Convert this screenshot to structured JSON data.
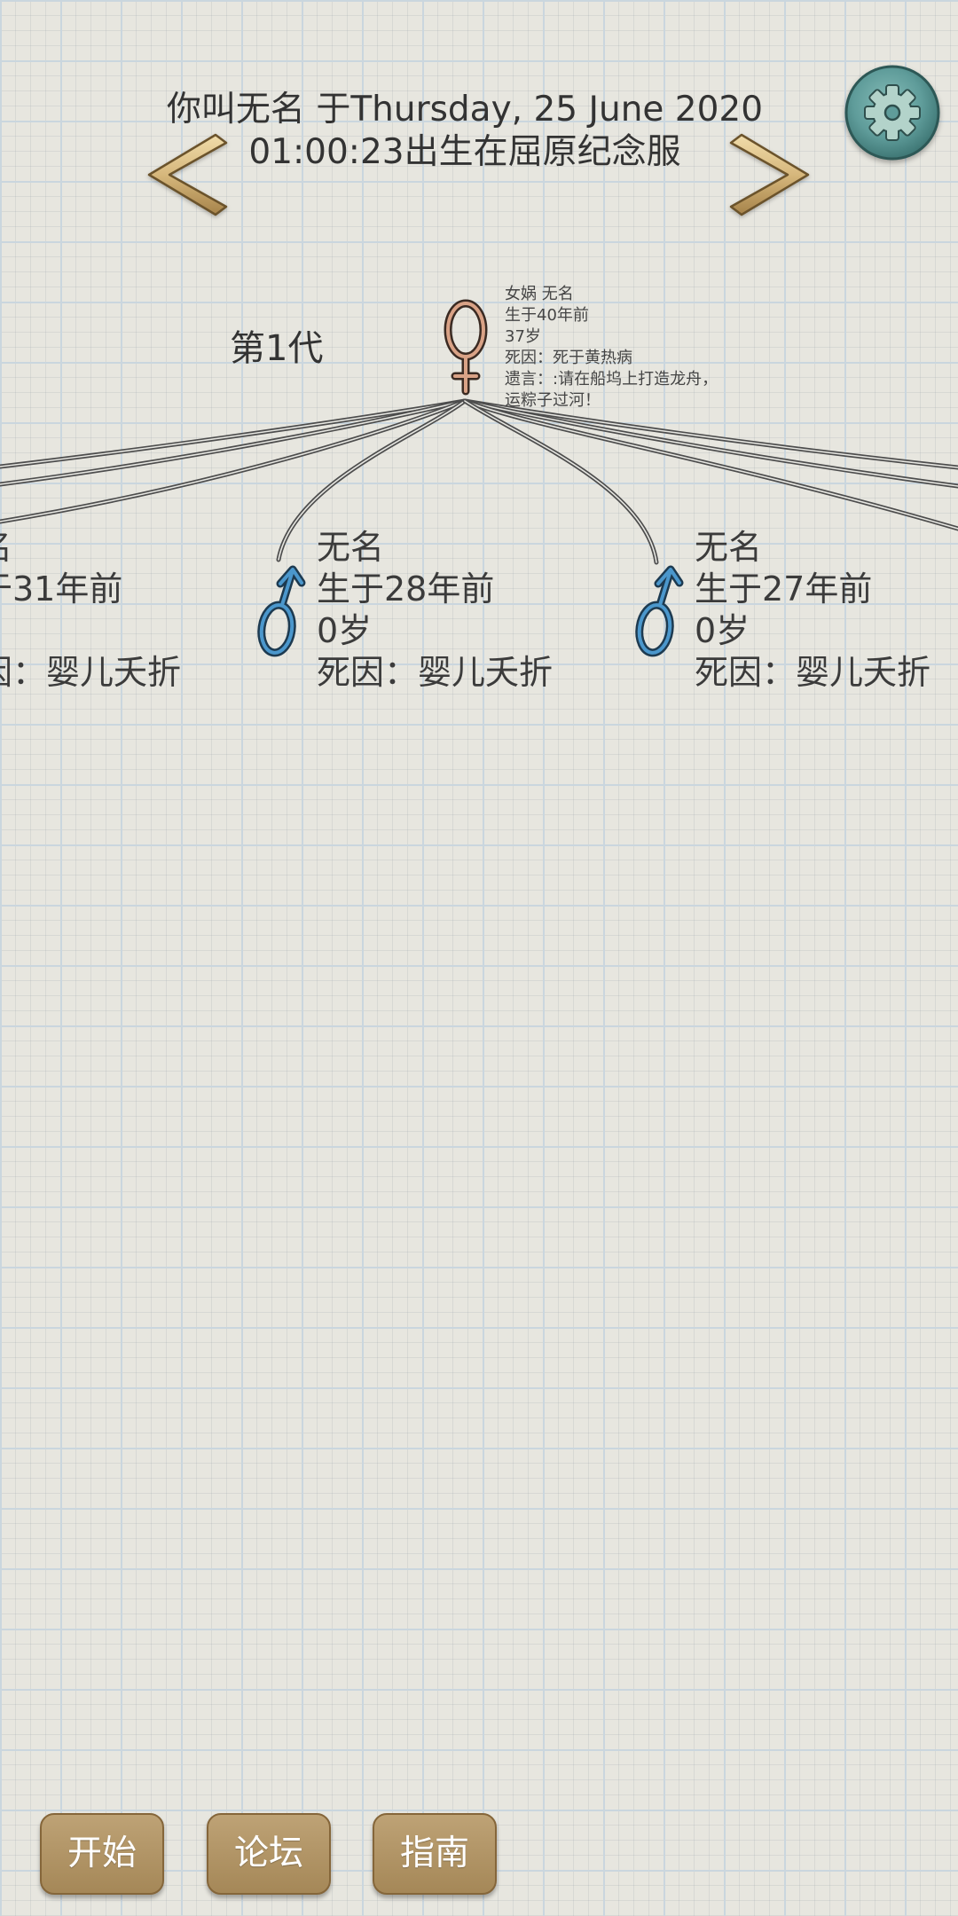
{
  "header": {
    "line1": "你叫无名 于Thursday, 25 June 2020",
    "line2": "01:00:23出生在屈原纪念服"
  },
  "nav": {
    "prev_icon": "chevron-left-icon",
    "next_icon": "chevron-right-icon"
  },
  "settings": {
    "icon": "gear-icon"
  },
  "generation": {
    "label": "第1代"
  },
  "parent": {
    "icon": "female-symbol-icon",
    "lines": [
      "女娲 无名",
      "生于40年前",
      "37岁",
      "死因：死于黄热病",
      "遗言：:请在船坞上打造龙舟，",
      "运粽子过河！"
    ]
  },
  "children": [
    {
      "name": "名",
      "born": "于31年前",
      "cause": "因：婴儿夭折"
    },
    {
      "icon": "male-symbol-icon",
      "name": "无名",
      "born": "生于28年前",
      "age": "0岁",
      "cause": "死因：婴儿夭折"
    },
    {
      "icon": "male-symbol-icon",
      "name": "无名",
      "born": "生于27年前",
      "age": "0岁",
      "cause": "死因：婴儿夭折"
    }
  ],
  "bottom_bar": {
    "buttons": [
      {
        "label": "开始"
      },
      {
        "label": "论坛"
      },
      {
        "label": "指南"
      }
    ]
  },
  "colors": {
    "background": "#e7e6df",
    "grid_line": "#cad6de",
    "text": "#333333",
    "button_bg": "#b3935f",
    "button_text": "#ffffff",
    "arrow_fill": "#d6b77c",
    "gear_bg": "#5f9c9a",
    "gear_icon": "#b3d3ca",
    "female_symbol": "#d9a286",
    "male_symbol": "#4b97cc",
    "link_line": "#4d4d4d"
  }
}
